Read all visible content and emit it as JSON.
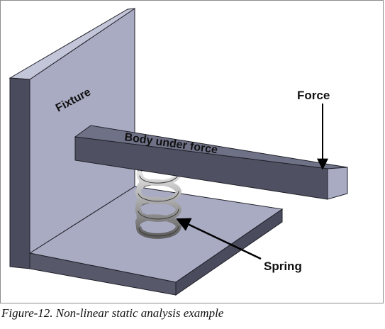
{
  "labels": {
    "fixture": "Fixture",
    "body": "Body under force",
    "force": "Force",
    "spring": "Spring"
  },
  "caption": "Figure-12. Non-linear static analysis example",
  "colors": {
    "face_light": "#a9abc3",
    "face_mid": "#8f91aa",
    "face_dark": "#57596b",
    "face_darker": "#4a4b5c",
    "edge": "#1f2028",
    "spring_light": "#c9c9c9",
    "spring_dark": "#6e6e6e",
    "arrow": "#000000"
  }
}
